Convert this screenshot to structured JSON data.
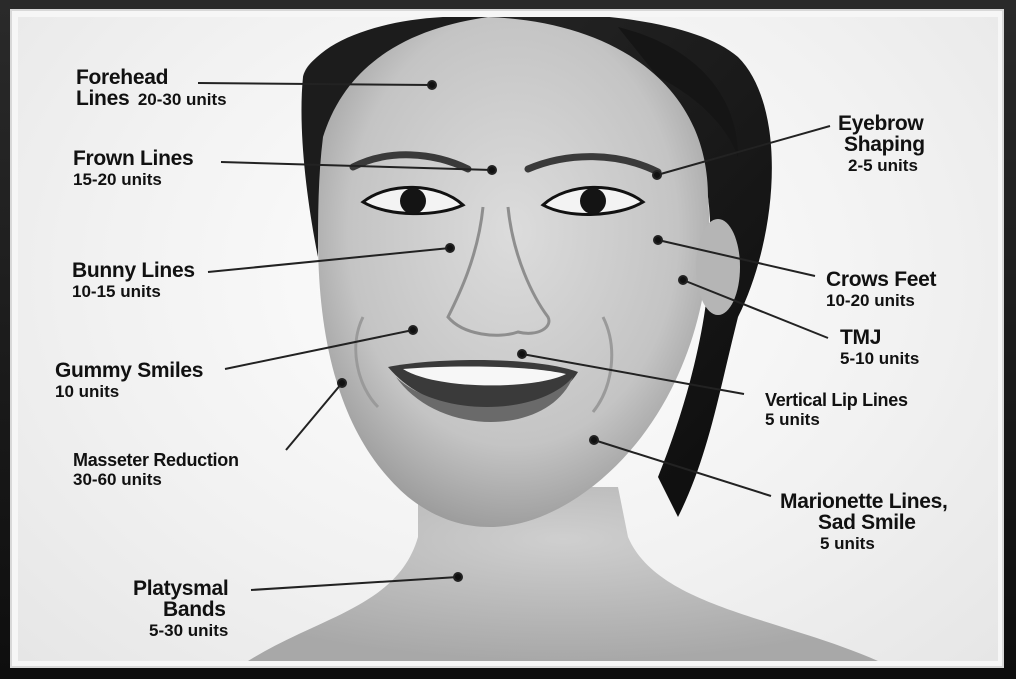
{
  "labels": {
    "forehead": {
      "name_1": "Forehead",
      "name_2": "Lines",
      "units": "20-30 units"
    },
    "frown": {
      "name": "Frown Lines",
      "units": "15-20 units"
    },
    "bunny": {
      "name": "Bunny Lines",
      "units": "10-15 units"
    },
    "gummy": {
      "name": "Gummy Smiles",
      "units": "10 units"
    },
    "masseter": {
      "name": "Masseter Reduction",
      "units": "30-60 units"
    },
    "platysmal": {
      "name_1": "Platysmal",
      "name_2": "Bands",
      "units": "5-30 units"
    },
    "eyebrow": {
      "name_1": "Eyebrow",
      "name_2": "Shaping",
      "units": "2-5 units"
    },
    "crows": {
      "name": "Crows Feet",
      "units": "10-20 units"
    },
    "tmj": {
      "name": "TMJ",
      "units": "5-10 units"
    },
    "lip": {
      "name": "Vertical Lip Lines",
      "units": "5 units"
    },
    "marionette": {
      "name_1": "Marionette Lines,",
      "name_2": "Sad Smile",
      "units": "5 units"
    }
  },
  "colors": {
    "text": "#111111",
    "line": "#222222",
    "frame": "#1a1a1a",
    "background": "#f6f6f6"
  },
  "icons": {
    "photo": "face-photo-icon"
  }
}
